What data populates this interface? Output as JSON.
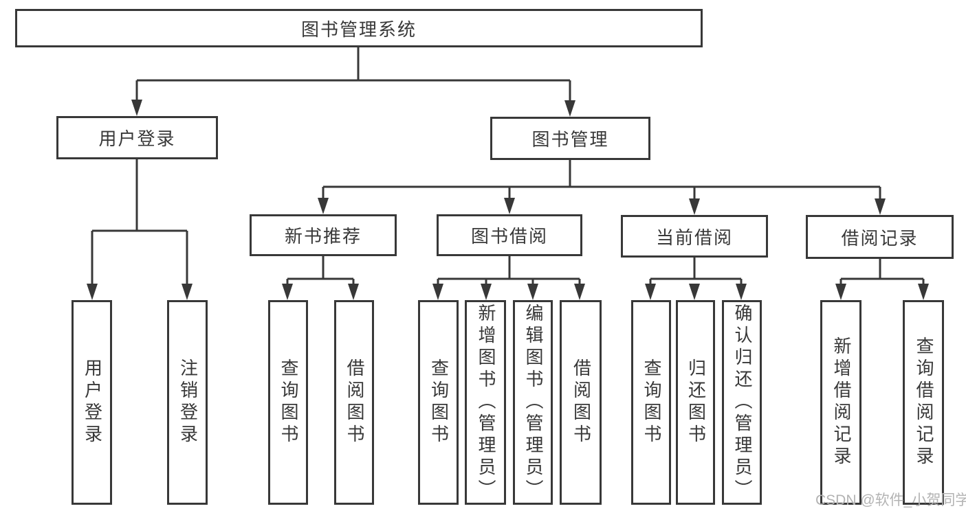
{
  "tree": {
    "root": "图书管理系统",
    "user_login": {
      "label": "用户登录",
      "children": [
        "用户登录",
        "注销登录"
      ]
    },
    "book_management": {
      "label": "图书管理",
      "groups": [
        {
          "label": "新书推荐",
          "children": [
            "查询图书",
            "借阅图书"
          ]
        },
        {
          "label": "图书借阅",
          "children": [
            "查询图书",
            "新增图书（管理员）",
            "编辑图书（管理员）",
            "借阅图书"
          ]
        },
        {
          "label": "当前借阅",
          "children": [
            "查询图书",
            "归还图书",
            "确认归还（管理员）"
          ]
        },
        {
          "label": "借阅记录",
          "children": [
            "新增借阅记录",
            "查询借阅记录"
          ]
        }
      ]
    }
  },
  "watermark": {
    "text": "CSDN @软件_小贺同学"
  },
  "colors": {
    "line": "#383838",
    "box_border": "#383838",
    "text": "#383838",
    "watermark": "#b3b3b3",
    "background": "#ffffff"
  }
}
